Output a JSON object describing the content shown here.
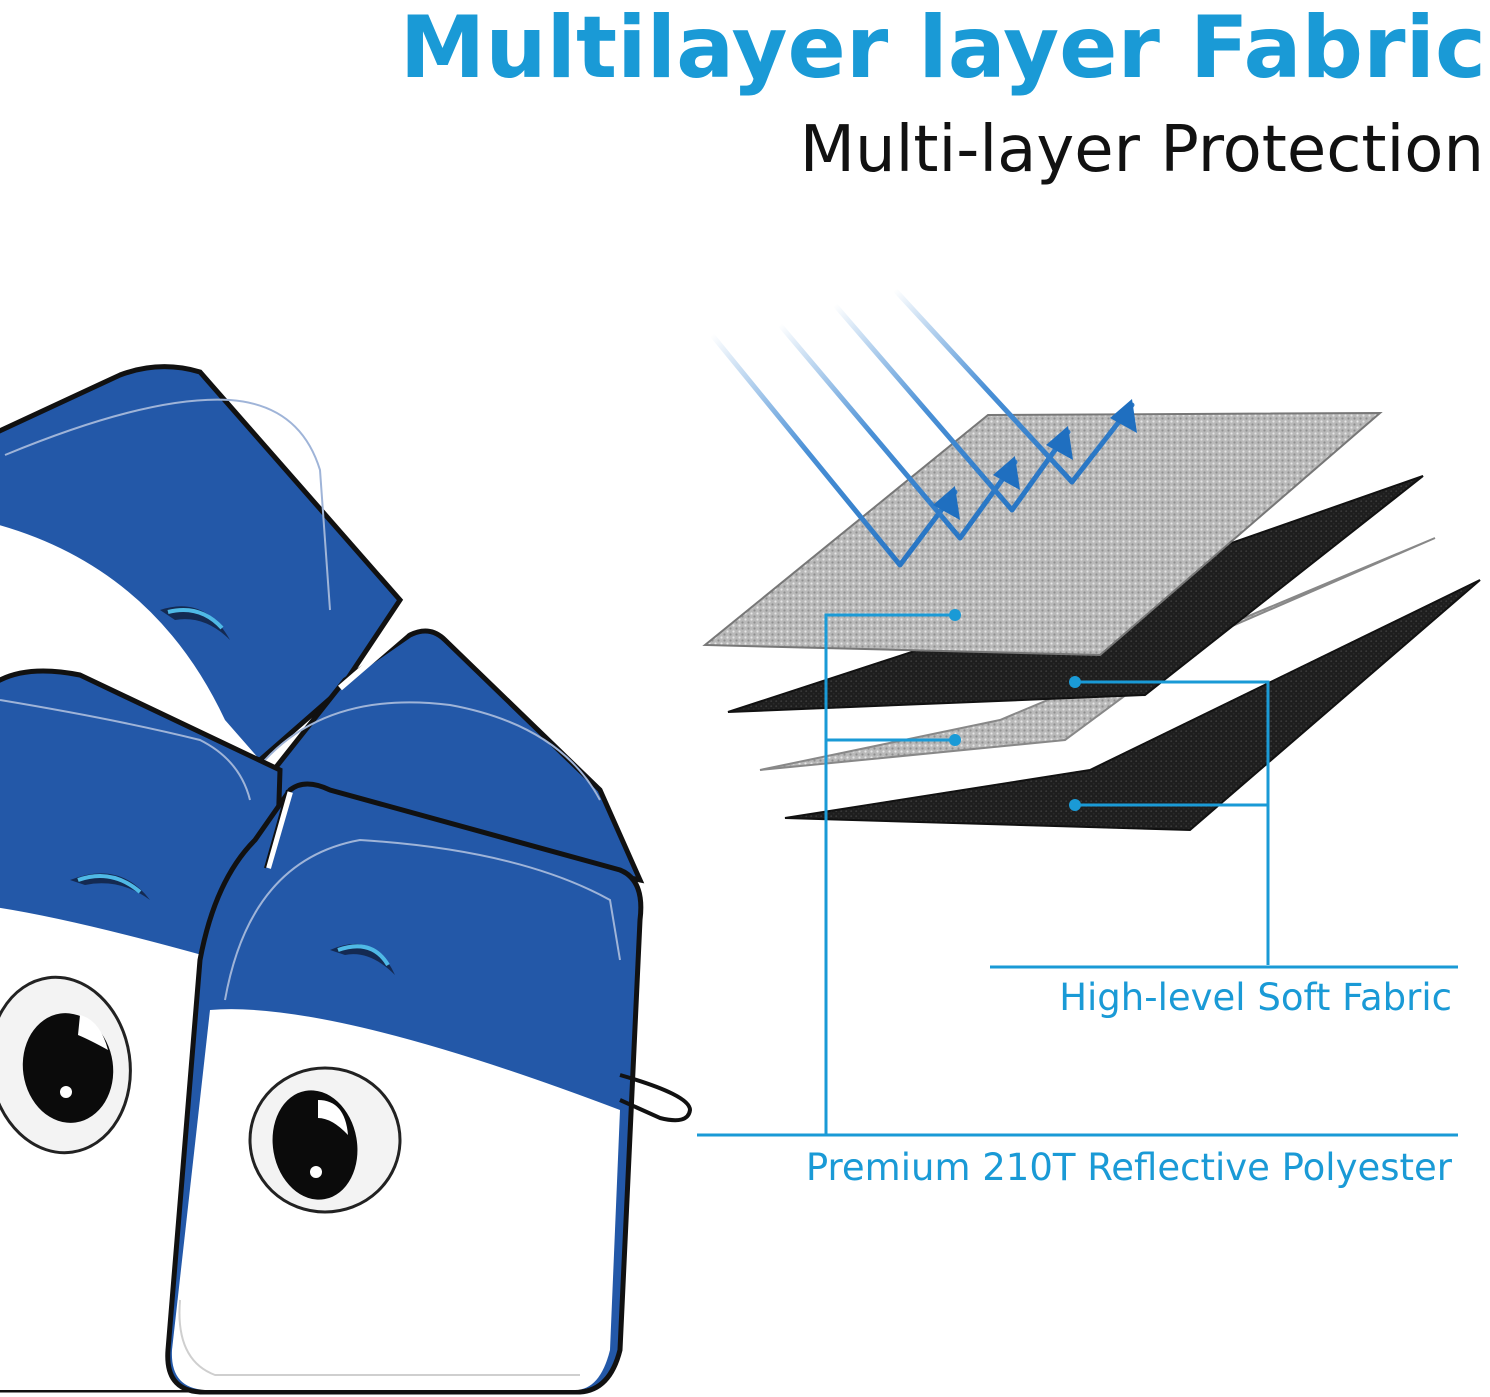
{
  "header": {
    "title": "Multilayer layer Fabric",
    "subtitle": "Multi-layer Protection"
  },
  "callouts": {
    "soft_fabric": "High-level Soft Fabric",
    "reflective": "Premium 210T Reflective Polyester"
  },
  "colors": {
    "accent": "#1a9ad6",
    "shade_blue": "#2358a8",
    "dark_layer": "#1f1f1f",
    "silver_layer": "#b8b8b8"
  },
  "icons": {
    "sun_rays": "sun-ray-arrows-icon",
    "product": "cartoon-eyes-sunshade-illustration"
  }
}
